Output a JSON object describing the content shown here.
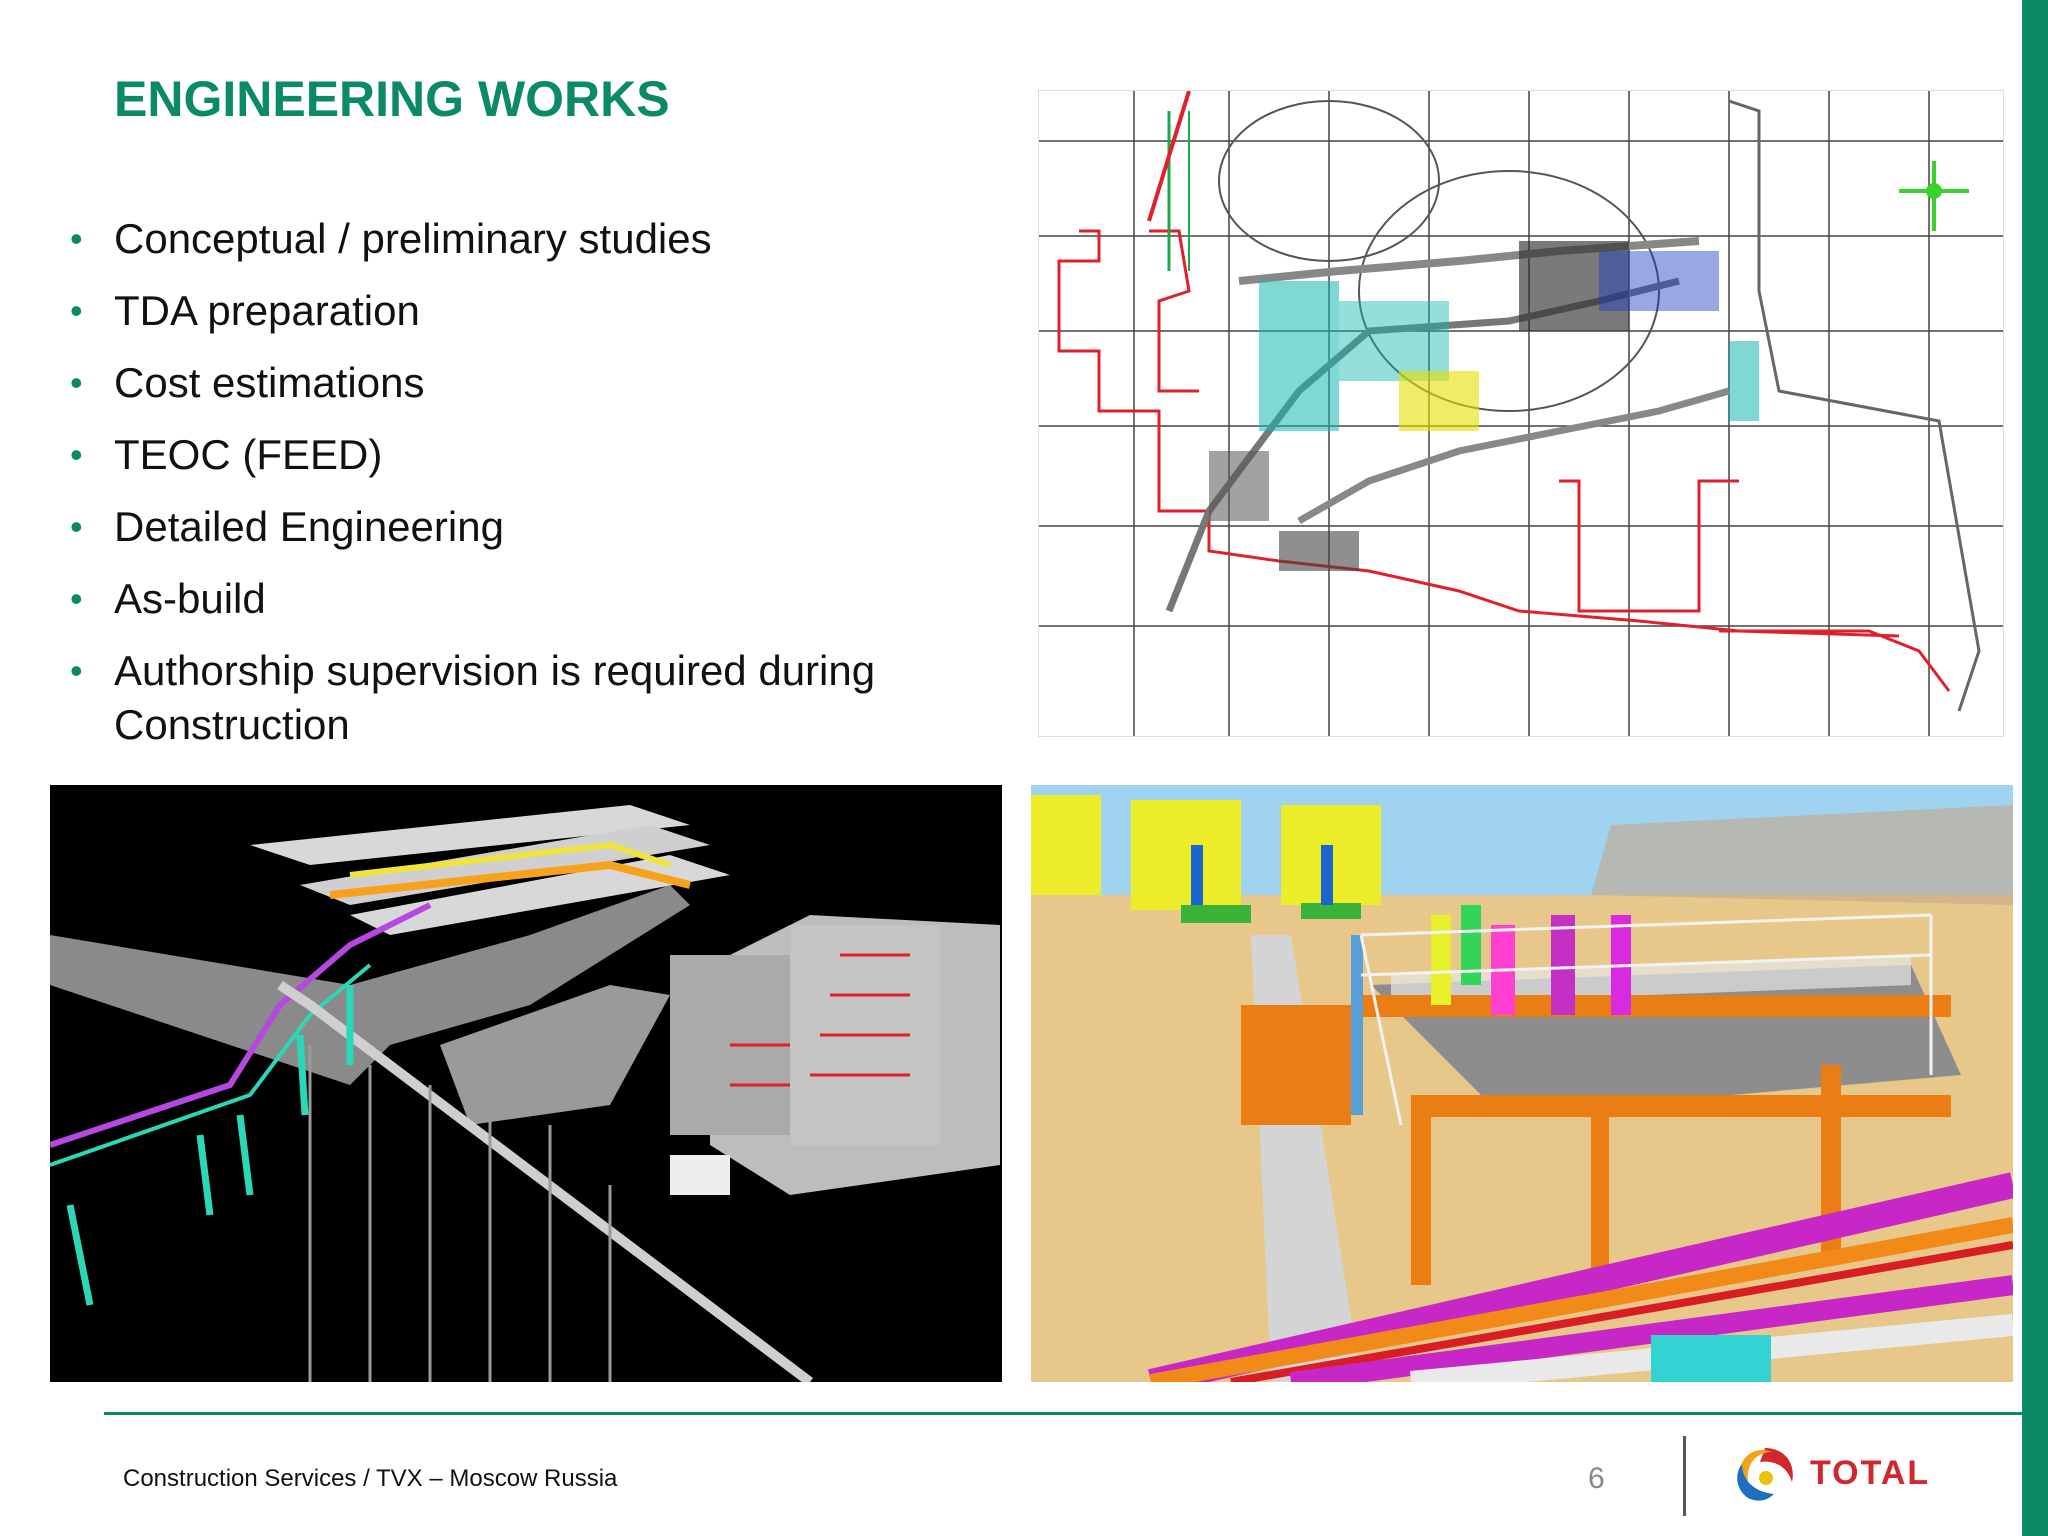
{
  "slide": {
    "title": "ENGINEERING WORKS",
    "bullets": [
      "Conceptual / preliminary studies",
      "TDA preparation",
      "Cost estimations",
      "TEOC (FEED)",
      "Detailed Engineering",
      "As-build",
      "Authorship supervision is required during Construction"
    ]
  },
  "footer": {
    "text": "Construction Services / TVX – Moscow Russia",
    "page_number": "6",
    "logo_text": "TOTAL"
  },
  "colors": {
    "accent": "#0a8a66",
    "logo_red": "#d0282e",
    "logo_blue": "#1f6fc0",
    "logo_orange": "#f4a21a"
  }
}
